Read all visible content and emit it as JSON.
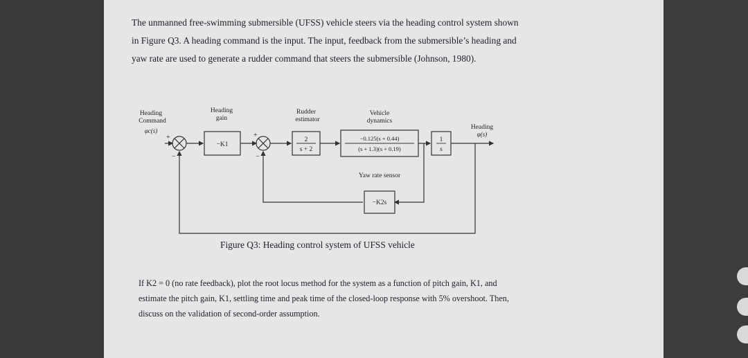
{
  "intro_text": "The unmanned free-swimming submersible (UFSS) vehicle steers via the heading control system shown in Figure Q3. A heading command is the input. The input, feedback from the submersible’s heading and yaw rate are used to generate a rudder command that steers the submersible (Johnson, 1980).",
  "diagram": {
    "heading_command_label_1": "Heading",
    "heading_command_label_2": "Command",
    "input_symbol": "φc(s)",
    "heading_gain_label_1": "Heading",
    "heading_gain_label_2": "gain",
    "heading_gain_block": "−K1",
    "rudder_label_1": "Rudder",
    "rudder_label_2": "estimator",
    "rudder_num": "2",
    "rudder_den": "s + 2",
    "vehicle_label_1": "Vehicle",
    "vehicle_label_2": "dynamics",
    "vehicle_num": "−0.125(s + 0.44)",
    "vehicle_den": "(s + 1.3)(s + 0.19)",
    "integrator_num": "1",
    "integrator_den": "s",
    "output_label": "Heading",
    "output_symbol": "φ(s)",
    "yaw_sensor_label": "Yaw rate sensor",
    "yaw_sensor_block": "−K2s",
    "sum1_plus": "+",
    "sum1_minus": "−",
    "sum2_plus": "+",
    "sum2_minus": "−"
  },
  "caption": "Figure Q3: Heading control system of UFSS vehicle",
  "question_text": "If K2 = 0 (no rate feedback), plot the root locus method for the system as a function of pitch gain, K1, and estimate the pitch gain, K1, settling time and peak time of the closed-loop response with 5% overshoot. Then, discuss on the validation of second-order assumption."
}
